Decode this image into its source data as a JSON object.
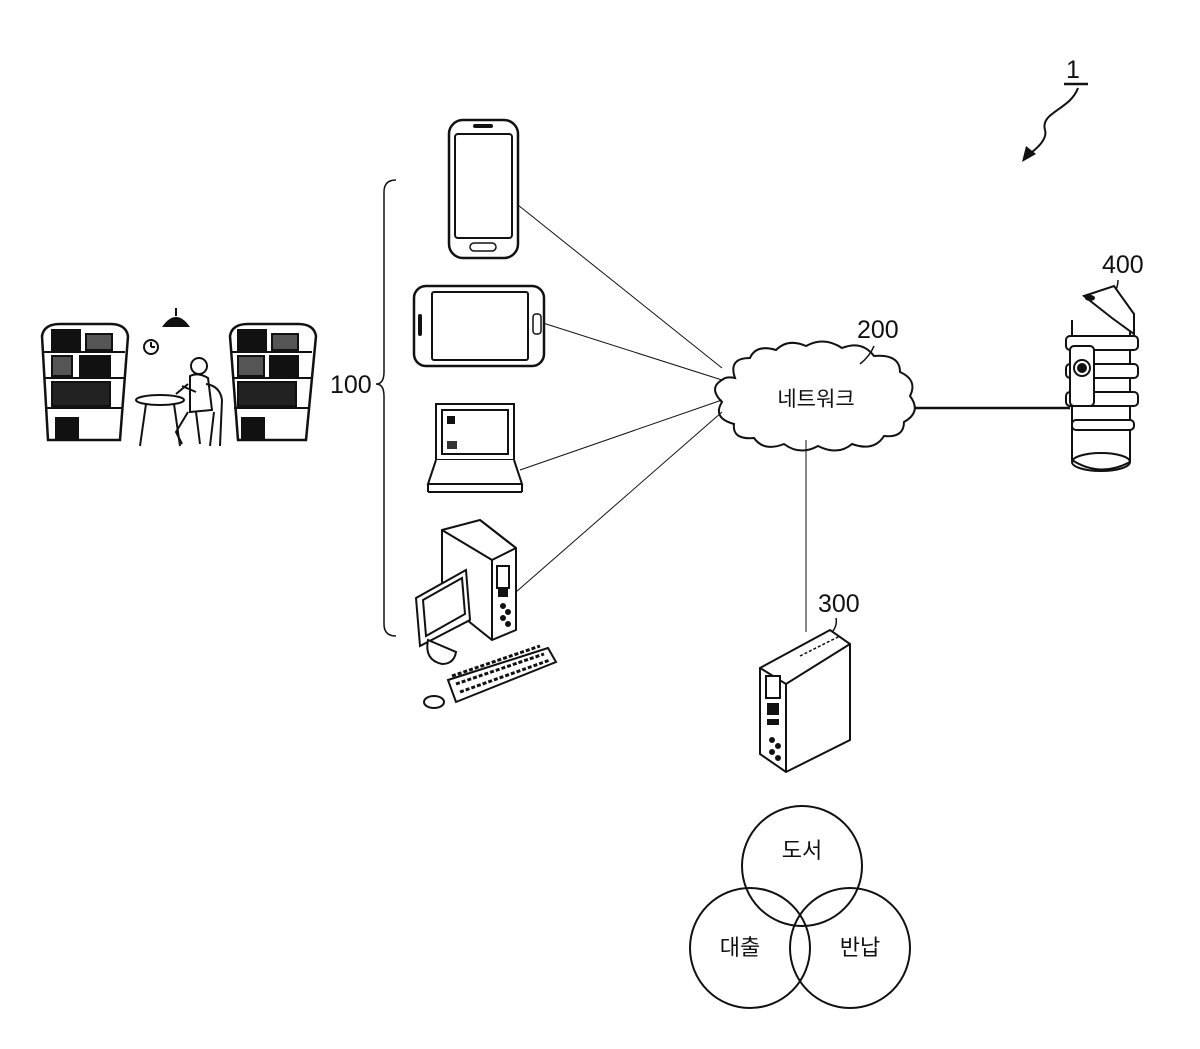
{
  "figure": {
    "system_ref": "1",
    "user_devices": {
      "ref": "100"
    },
    "network": {
      "ref": "200",
      "label": "네트워크"
    },
    "server": {
      "ref": "300"
    },
    "kiosk": {
      "ref": "400"
    },
    "venn": {
      "top": "도서",
      "left": "대출",
      "right": "반납"
    }
  },
  "colors": {
    "line": "#111111",
    "background": "#ffffff"
  },
  "icons": [
    "library-scene-icon",
    "smartphone-icon",
    "tablet-icon",
    "laptop-icon",
    "desktop-pc-icon",
    "cloud-icon",
    "server-tower-icon",
    "kiosk-robot-icon"
  ]
}
